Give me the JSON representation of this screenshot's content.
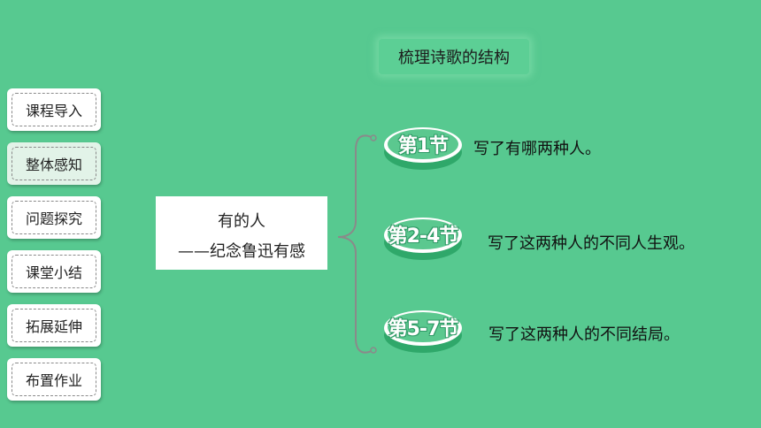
{
  "nav": {
    "items": [
      {
        "label": "课程导入"
      },
      {
        "label": "整体感知"
      },
      {
        "label": "问题探究"
      },
      {
        "label": "课堂小结"
      },
      {
        "label": "拓展延伸"
      },
      {
        "label": "布置作业"
      }
    ],
    "active_index": 1
  },
  "slide": {
    "title": "梳理诗歌的结构",
    "poem": {
      "title": "有的人",
      "subtitle": "——纪念鲁迅有感"
    },
    "sections": [
      {
        "badge": "第1节",
        "text": "写了有哪两种人。"
      },
      {
        "badge": "第2-4节",
        "text": "写了这两种人的不同人生观。"
      },
      {
        "badge": "第5-7节",
        "text": "写了这两种人的不同结局。"
      }
    ]
  },
  "colors": {
    "background": "#57c990",
    "badge_fill": "#5bc88f",
    "active_nav": "#e2f3e8"
  }
}
